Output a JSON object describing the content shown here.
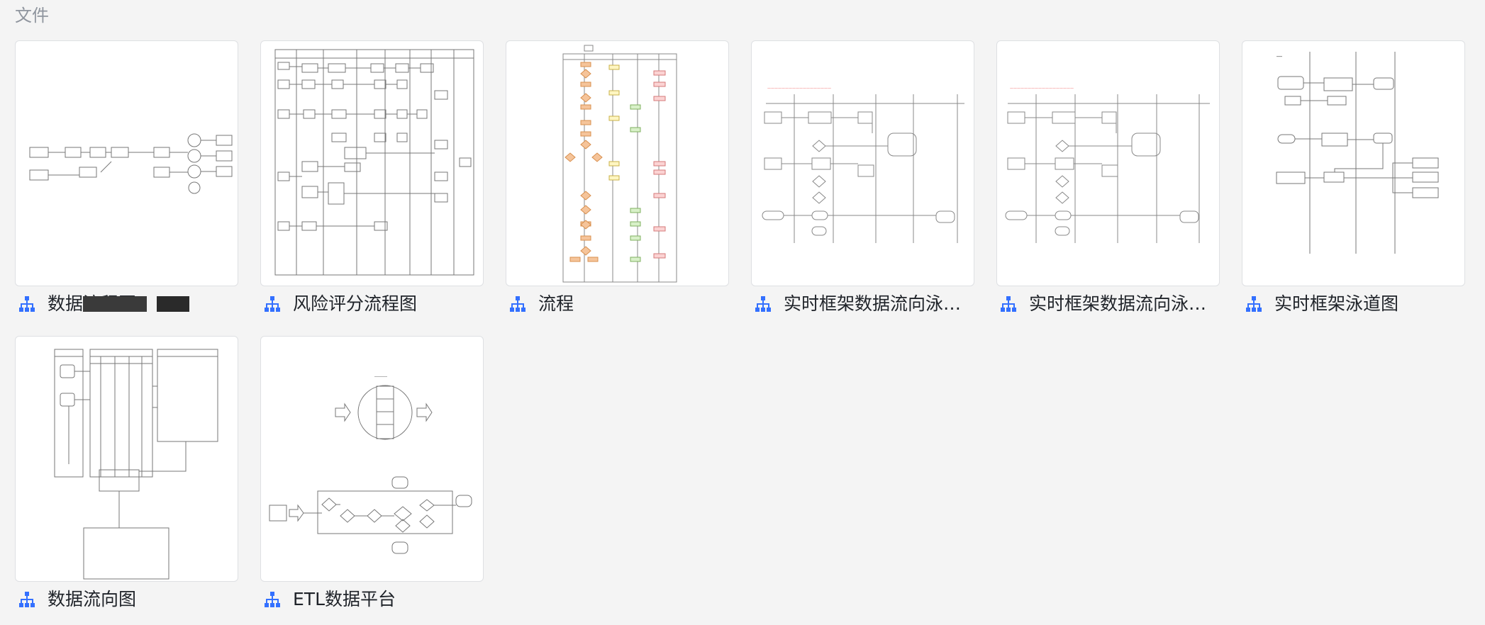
{
  "section": {
    "title": "文件"
  },
  "icon_color": "#3370ff",
  "files": [
    {
      "name": "数据流程图",
      "icon": "org-chart-icon"
    },
    {
      "name": "风险评分流程图",
      "icon": "org-chart-icon"
    },
    {
      "name": "流程",
      "icon": "org-chart-icon"
    },
    {
      "name": "实时框架数据流向泳…",
      "icon": "org-chart-icon"
    },
    {
      "name": "实时框架数据流向泳…",
      "icon": "org-chart-icon"
    },
    {
      "name": "实时框架泳道图",
      "icon": "org-chart-icon"
    },
    {
      "name": "数据流向图",
      "icon": "org-chart-icon"
    },
    {
      "name": "ETL数据平台",
      "icon": "org-chart-icon"
    }
  ]
}
